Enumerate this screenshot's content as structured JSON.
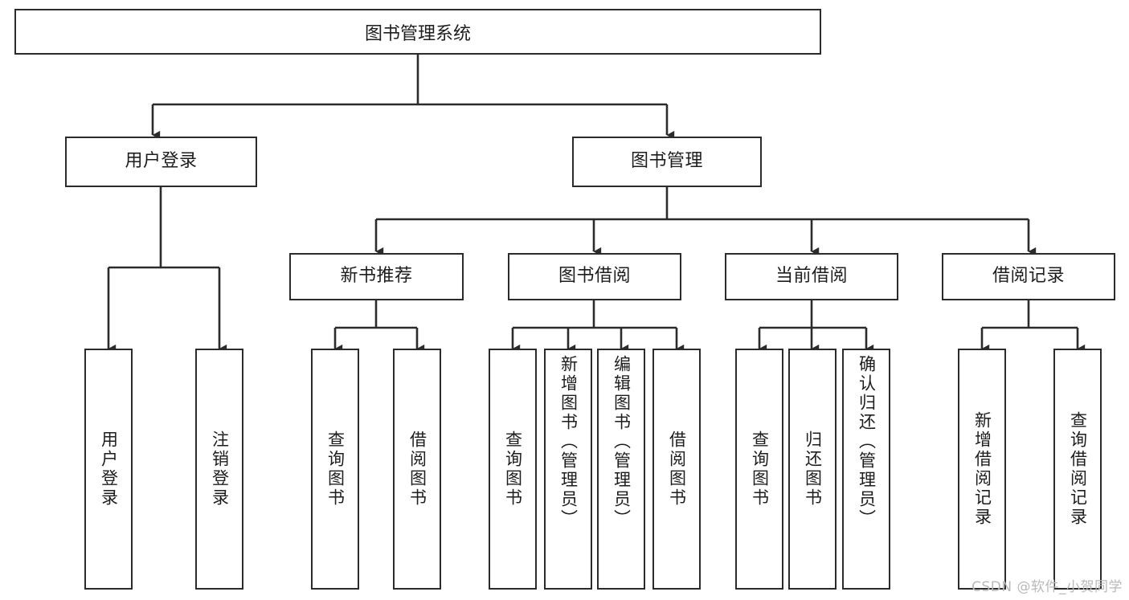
{
  "diagram": {
    "type": "tree-hierarchy",
    "title": "图书管理系统",
    "watermark": "CSDN @软件_小贺同学",
    "colors": {
      "stroke": "#2b2b2b",
      "fill": "#ffffff",
      "text": "#1d1d1d",
      "watermark": "#b9b9b9"
    },
    "nodes": {
      "root": {
        "label": "图书管理系统",
        "level": 0
      },
      "level1": [
        {
          "id": "user-login",
          "label": "用户登录"
        },
        {
          "id": "book-manage",
          "label": "图书管理"
        }
      ],
      "level2": [
        {
          "id": "new-book-recommend",
          "label": "新书推荐",
          "parent": "book-manage"
        },
        {
          "id": "book-borrow",
          "label": "图书借阅",
          "parent": "book-manage"
        },
        {
          "id": "current-borrow",
          "label": "当前借阅",
          "parent": "book-manage"
        },
        {
          "id": "borrow-record",
          "label": "借阅记录",
          "parent": "book-manage"
        }
      ],
      "leaves": [
        {
          "id": "leaf-user-login",
          "label": "用户登录",
          "parent": "user-login",
          "overflow": false
        },
        {
          "id": "leaf-logout",
          "label": "注销登录",
          "parent": "user-login",
          "overflow": false
        },
        {
          "id": "leaf-query-book-1",
          "label": "查询图书",
          "parent": "new-book-recommend",
          "overflow": false
        },
        {
          "id": "leaf-borrow-book-1",
          "label": "借阅图书",
          "parent": "new-book-recommend",
          "overflow": false
        },
        {
          "id": "leaf-query-book-2",
          "label": "查询图书",
          "parent": "book-borrow",
          "overflow": false
        },
        {
          "id": "leaf-add-book",
          "label": "新增图书（管理员）",
          "parent": "book-borrow",
          "overflow": true
        },
        {
          "id": "leaf-edit-book",
          "label": "编辑图书（管理员）",
          "parent": "book-borrow",
          "overflow": true
        },
        {
          "id": "leaf-borrow-book-2",
          "label": "借阅图书",
          "parent": "book-borrow",
          "overflow": false
        },
        {
          "id": "leaf-query-book-3",
          "label": "查询图书",
          "parent": "current-borrow",
          "overflow": false
        },
        {
          "id": "leaf-return-book",
          "label": "归还图书",
          "parent": "current-borrow",
          "overflow": false
        },
        {
          "id": "leaf-confirm-return",
          "label": "确认归还（管理员）",
          "parent": "current-borrow",
          "overflow": true
        },
        {
          "id": "leaf-add-record",
          "label": "新增借阅记录",
          "parent": "borrow-record",
          "overflow": false
        },
        {
          "id": "leaf-query-record",
          "label": "查询借阅记录",
          "parent": "borrow-record",
          "overflow": false
        }
      ]
    }
  }
}
